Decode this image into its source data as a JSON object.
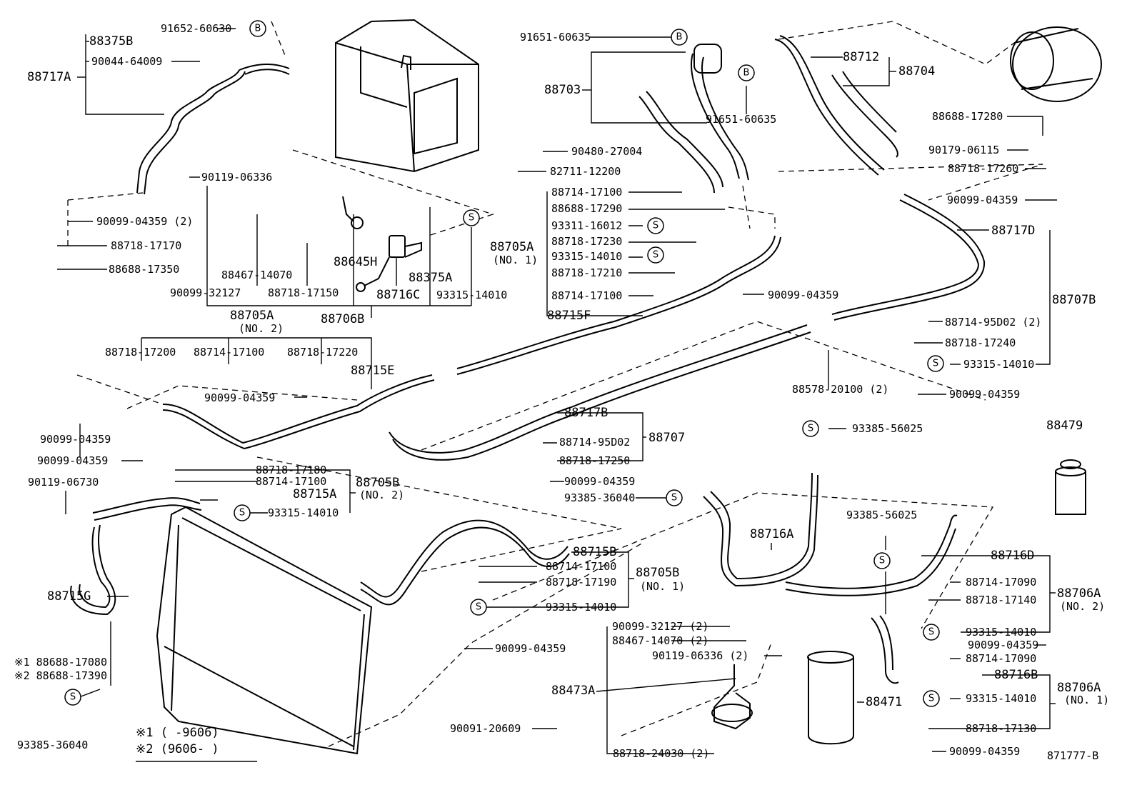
{
  "diagram_id": "871777-B",
  "marker_letters": {
    "b": "B",
    "s": "S"
  },
  "labels": [
    {
      "id": "91652-60630",
      "text": "91652-60630"
    },
    {
      "id": "88375B",
      "text": "88375B"
    },
    {
      "id": "90044-64009",
      "text": "90044-64009"
    },
    {
      "id": "88717A",
      "text": "88717A"
    },
    {
      "id": "90099-04359-2-left",
      "text": "90099-04359 (2)"
    },
    {
      "id": "88718-17170",
      "text": "88718-17170"
    },
    {
      "id": "88688-17350",
      "text": "88688-17350"
    },
    {
      "id": "90119-06336",
      "text": "90119-06336"
    },
    {
      "id": "88467-14070",
      "text": "88467-14070"
    },
    {
      "id": "90099-32127",
      "text": "90099-32127"
    },
    {
      "id": "88718-17150",
      "text": "88718-17150"
    },
    {
      "id": "88645H",
      "text": "88645H"
    },
    {
      "id": "88375A",
      "text": "88375A"
    },
    {
      "id": "88716C",
      "text": "88716C"
    },
    {
      "id": "93315-14010-a",
      "text": "93315-14010"
    },
    {
      "id": "88705A-no2",
      "text": "88705A"
    },
    {
      "id": "no2-a",
      "text": "(NO. 2)"
    },
    {
      "id": "88706B",
      "text": "88706B"
    },
    {
      "id": "90480-27004",
      "text": "90480-27004"
    },
    {
      "id": "82711-12200",
      "text": "82711-12200"
    },
    {
      "id": "91651-60635-a",
      "text": "91651-60635"
    },
    {
      "id": "88703",
      "text": "88703"
    },
    {
      "id": "91651-60635-b",
      "text": "91651-60635"
    },
    {
      "id": "88712",
      "text": "88712"
    },
    {
      "id": "88704",
      "text": "88704"
    },
    {
      "id": "88714-17100-a",
      "text": "88714-17100"
    },
    {
      "id": "88688-17290",
      "text": "88688-17290"
    },
    {
      "id": "93311-16012",
      "text": "93311-16012"
    },
    {
      "id": "88718-17230",
      "text": "88718-17230"
    },
    {
      "id": "88705A-no1",
      "text": "88705A"
    },
    {
      "id": "no1-a",
      "text": "(NO. 1)"
    },
    {
      "id": "93315-14010-b",
      "text": "93315-14010"
    },
    {
      "id": "88718-17210",
      "text": "88718-17210"
    },
    {
      "id": "88714-17100-b",
      "text": "88714-17100"
    },
    {
      "id": "88715F",
      "text": "88715F"
    },
    {
      "id": "90099-04359-a",
      "text": "90099-04359"
    },
    {
      "id": "88688-17280",
      "text": "88688-17280"
    },
    {
      "id": "90179-06115",
      "text": "90179-06115"
    },
    {
      "id": "88718-17260",
      "text": "88718-17260"
    },
    {
      "id": "90099-04359-b",
      "text": "90099-04359"
    },
    {
      "id": "88717D",
      "text": "88717D"
    },
    {
      "id": "88707B",
      "text": "88707B"
    },
    {
      "id": "88714-95D02-2",
      "text": "88714-95D02 (2)"
    },
    {
      "id": "88718-17240",
      "text": "88718-17240"
    },
    {
      "id": "93315-14010-c",
      "text": "93315-14010"
    },
    {
      "id": "88578-20100-2",
      "text": "88578-20100 (2)"
    },
    {
      "id": "90099-04359-c",
      "text": "90099-04359"
    },
    {
      "id": "88718-17200",
      "text": "88718-17200"
    },
    {
      "id": "88714-17100-c",
      "text": "88714-17100"
    },
    {
      "id": "88718-17220",
      "text": "88718-17220"
    },
    {
      "id": "88715E",
      "text": "88715E"
    },
    {
      "id": "90099-04359-d",
      "text": "90099-04359"
    },
    {
      "id": "90099-04359-e",
      "text": "90099-04359"
    },
    {
      "id": "90099-04359-f",
      "text": "90099-04359"
    },
    {
      "id": "88718-17180",
      "text": "88718-17180"
    },
    {
      "id": "88714-17100-d",
      "text": "88714-17100"
    },
    {
      "id": "88705B-no2",
      "text": "88705B"
    },
    {
      "id": "no2-b",
      "text": "(NO. 2)"
    },
    {
      "id": "88715A",
      "text": "88715A"
    },
    {
      "id": "90119-06730",
      "text": "90119-06730"
    },
    {
      "id": "93315-14010-d",
      "text": "93315-14010"
    },
    {
      "id": "88717B",
      "text": "88717B"
    },
    {
      "id": "88714-95D02",
      "text": "88714-95D02"
    },
    {
      "id": "88707",
      "text": "88707"
    },
    {
      "id": "88718-17250",
      "text": "88718-17250"
    },
    {
      "id": "90099-04359-g",
      "text": "90099-04359"
    },
    {
      "id": "93385-56025-a",
      "text": "93385-56025"
    },
    {
      "id": "88479",
      "text": "88479"
    },
    {
      "id": "93385-36040-a",
      "text": "93385-36040"
    },
    {
      "id": "88716A",
      "text": "88716A"
    },
    {
      "id": "93385-56025-b",
      "text": "93385-56025"
    },
    {
      "id": "88715B",
      "text": "88715B"
    },
    {
      "id": "88714-17100-e",
      "text": "88714-17100"
    },
    {
      "id": "88718-17190",
      "text": "88718-17190"
    },
    {
      "id": "88705B-no1",
      "text": "88705B"
    },
    {
      "id": "no1-b",
      "text": "(NO. 1)"
    },
    {
      "id": "93315-14010-e",
      "text": "93315-14010"
    },
    {
      "id": "90099-04359-h",
      "text": "90099-04359"
    },
    {
      "id": "88716D",
      "text": "88716D"
    },
    {
      "id": "88714-17090-a",
      "text": "88714-17090"
    },
    {
      "id": "88718-17140",
      "text": "88718-17140"
    },
    {
      "id": "88706A-no2",
      "text": "88706A"
    },
    {
      "id": "no2-c",
      "text": "(NO. 2)"
    },
    {
      "id": "93315-14010-f",
      "text": "93315-14010"
    },
    {
      "id": "90099-04359-i",
      "text": "90099-04359"
    },
    {
      "id": "88714-17090-b",
      "text": "88714-17090"
    },
    {
      "id": "88716B",
      "text": "88716B"
    },
    {
      "id": "88706A-no1",
      "text": "88706A"
    },
    {
      "id": "no1-c",
      "text": "(NO. 1)"
    },
    {
      "id": "93315-14010-g",
      "text": "93315-14010"
    },
    {
      "id": "88718-17130",
      "text": "88718-17130"
    },
    {
      "id": "90099-04359-j",
      "text": "90099-04359"
    },
    {
      "id": "88715G",
      "text": "88715G"
    },
    {
      "id": "88688-17080",
      "text": "※1 88688-17080"
    },
    {
      "id": "88688-17390",
      "text": "※2 88688-17390"
    },
    {
      "id": "93385-36040-b",
      "text": "93385-36040"
    },
    {
      "id": "note1",
      "text": "※1 (     -9606)"
    },
    {
      "id": "note2",
      "text": "※2 (9606-     )"
    },
    {
      "id": "90099-32127-2",
      "text": "90099-32127 (2)"
    },
    {
      "id": "88467-14070-2",
      "text": "88467-14070 (2)"
    },
    {
      "id": "90119-06336-2",
      "text": "90119-06336 (2)"
    },
    {
      "id": "88473A",
      "text": "88473A"
    },
    {
      "id": "90091-20609",
      "text": "90091-20609"
    },
    {
      "id": "88471",
      "text": "88471"
    },
    {
      "id": "88718-24030-2",
      "text": "88718-24030 (2)"
    },
    {
      "id": "871777-B",
      "text": "871777-B"
    }
  ]
}
